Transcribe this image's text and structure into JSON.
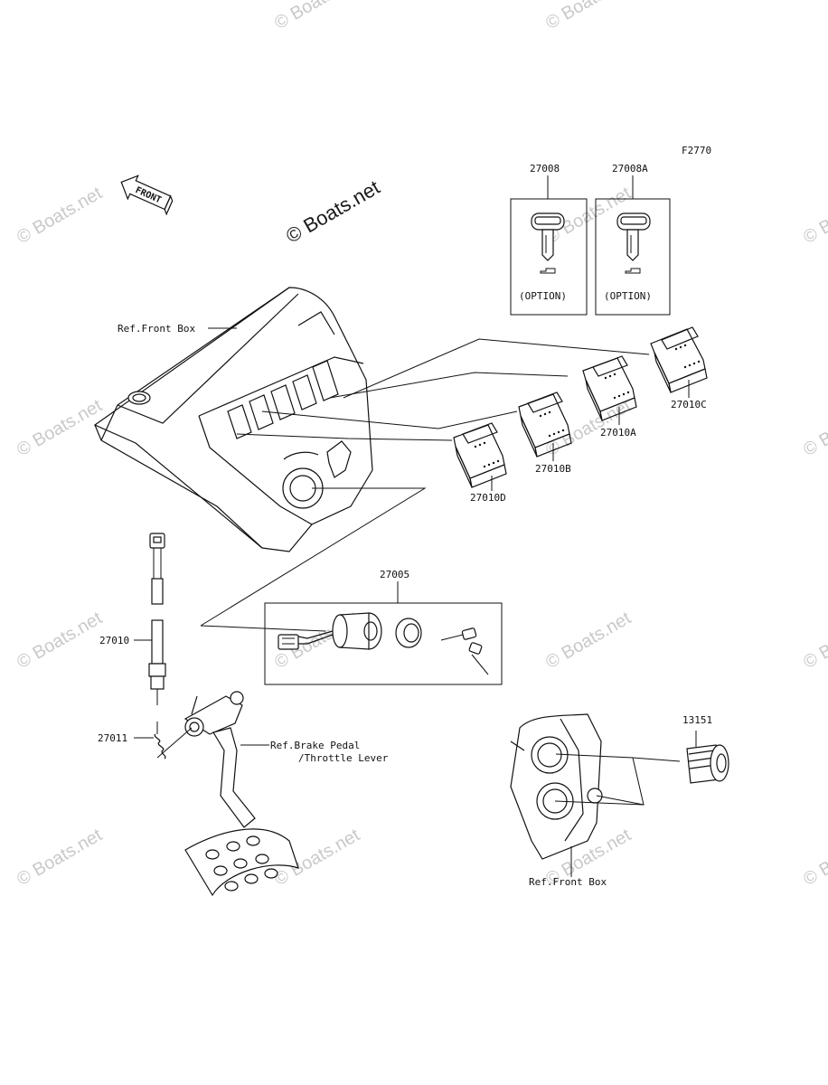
{
  "figure_code": "F2770",
  "front_arrow_label": "FRONT",
  "watermark_main": "© Boats.net",
  "watermark_faint": "© Boats.net",
  "parts": [
    {
      "id": "27008",
      "caption": "(OPTION)"
    },
    {
      "id": "27008A",
      "caption": "(OPTION)"
    },
    {
      "id": "27010C"
    },
    {
      "id": "27010A"
    },
    {
      "id": "27010B"
    },
    {
      "id": "27010D"
    },
    {
      "id": "27005"
    },
    {
      "id": "27010"
    },
    {
      "id": "27011"
    },
    {
      "id": "13151"
    }
  ],
  "refs": {
    "front_box_top": "Ref.Front Box",
    "brake_pedal_line1": "Ref.Brake Pedal",
    "brake_pedal_line2": "/Throttle Lever",
    "front_box_bottom": "Ref.Front Box"
  }
}
